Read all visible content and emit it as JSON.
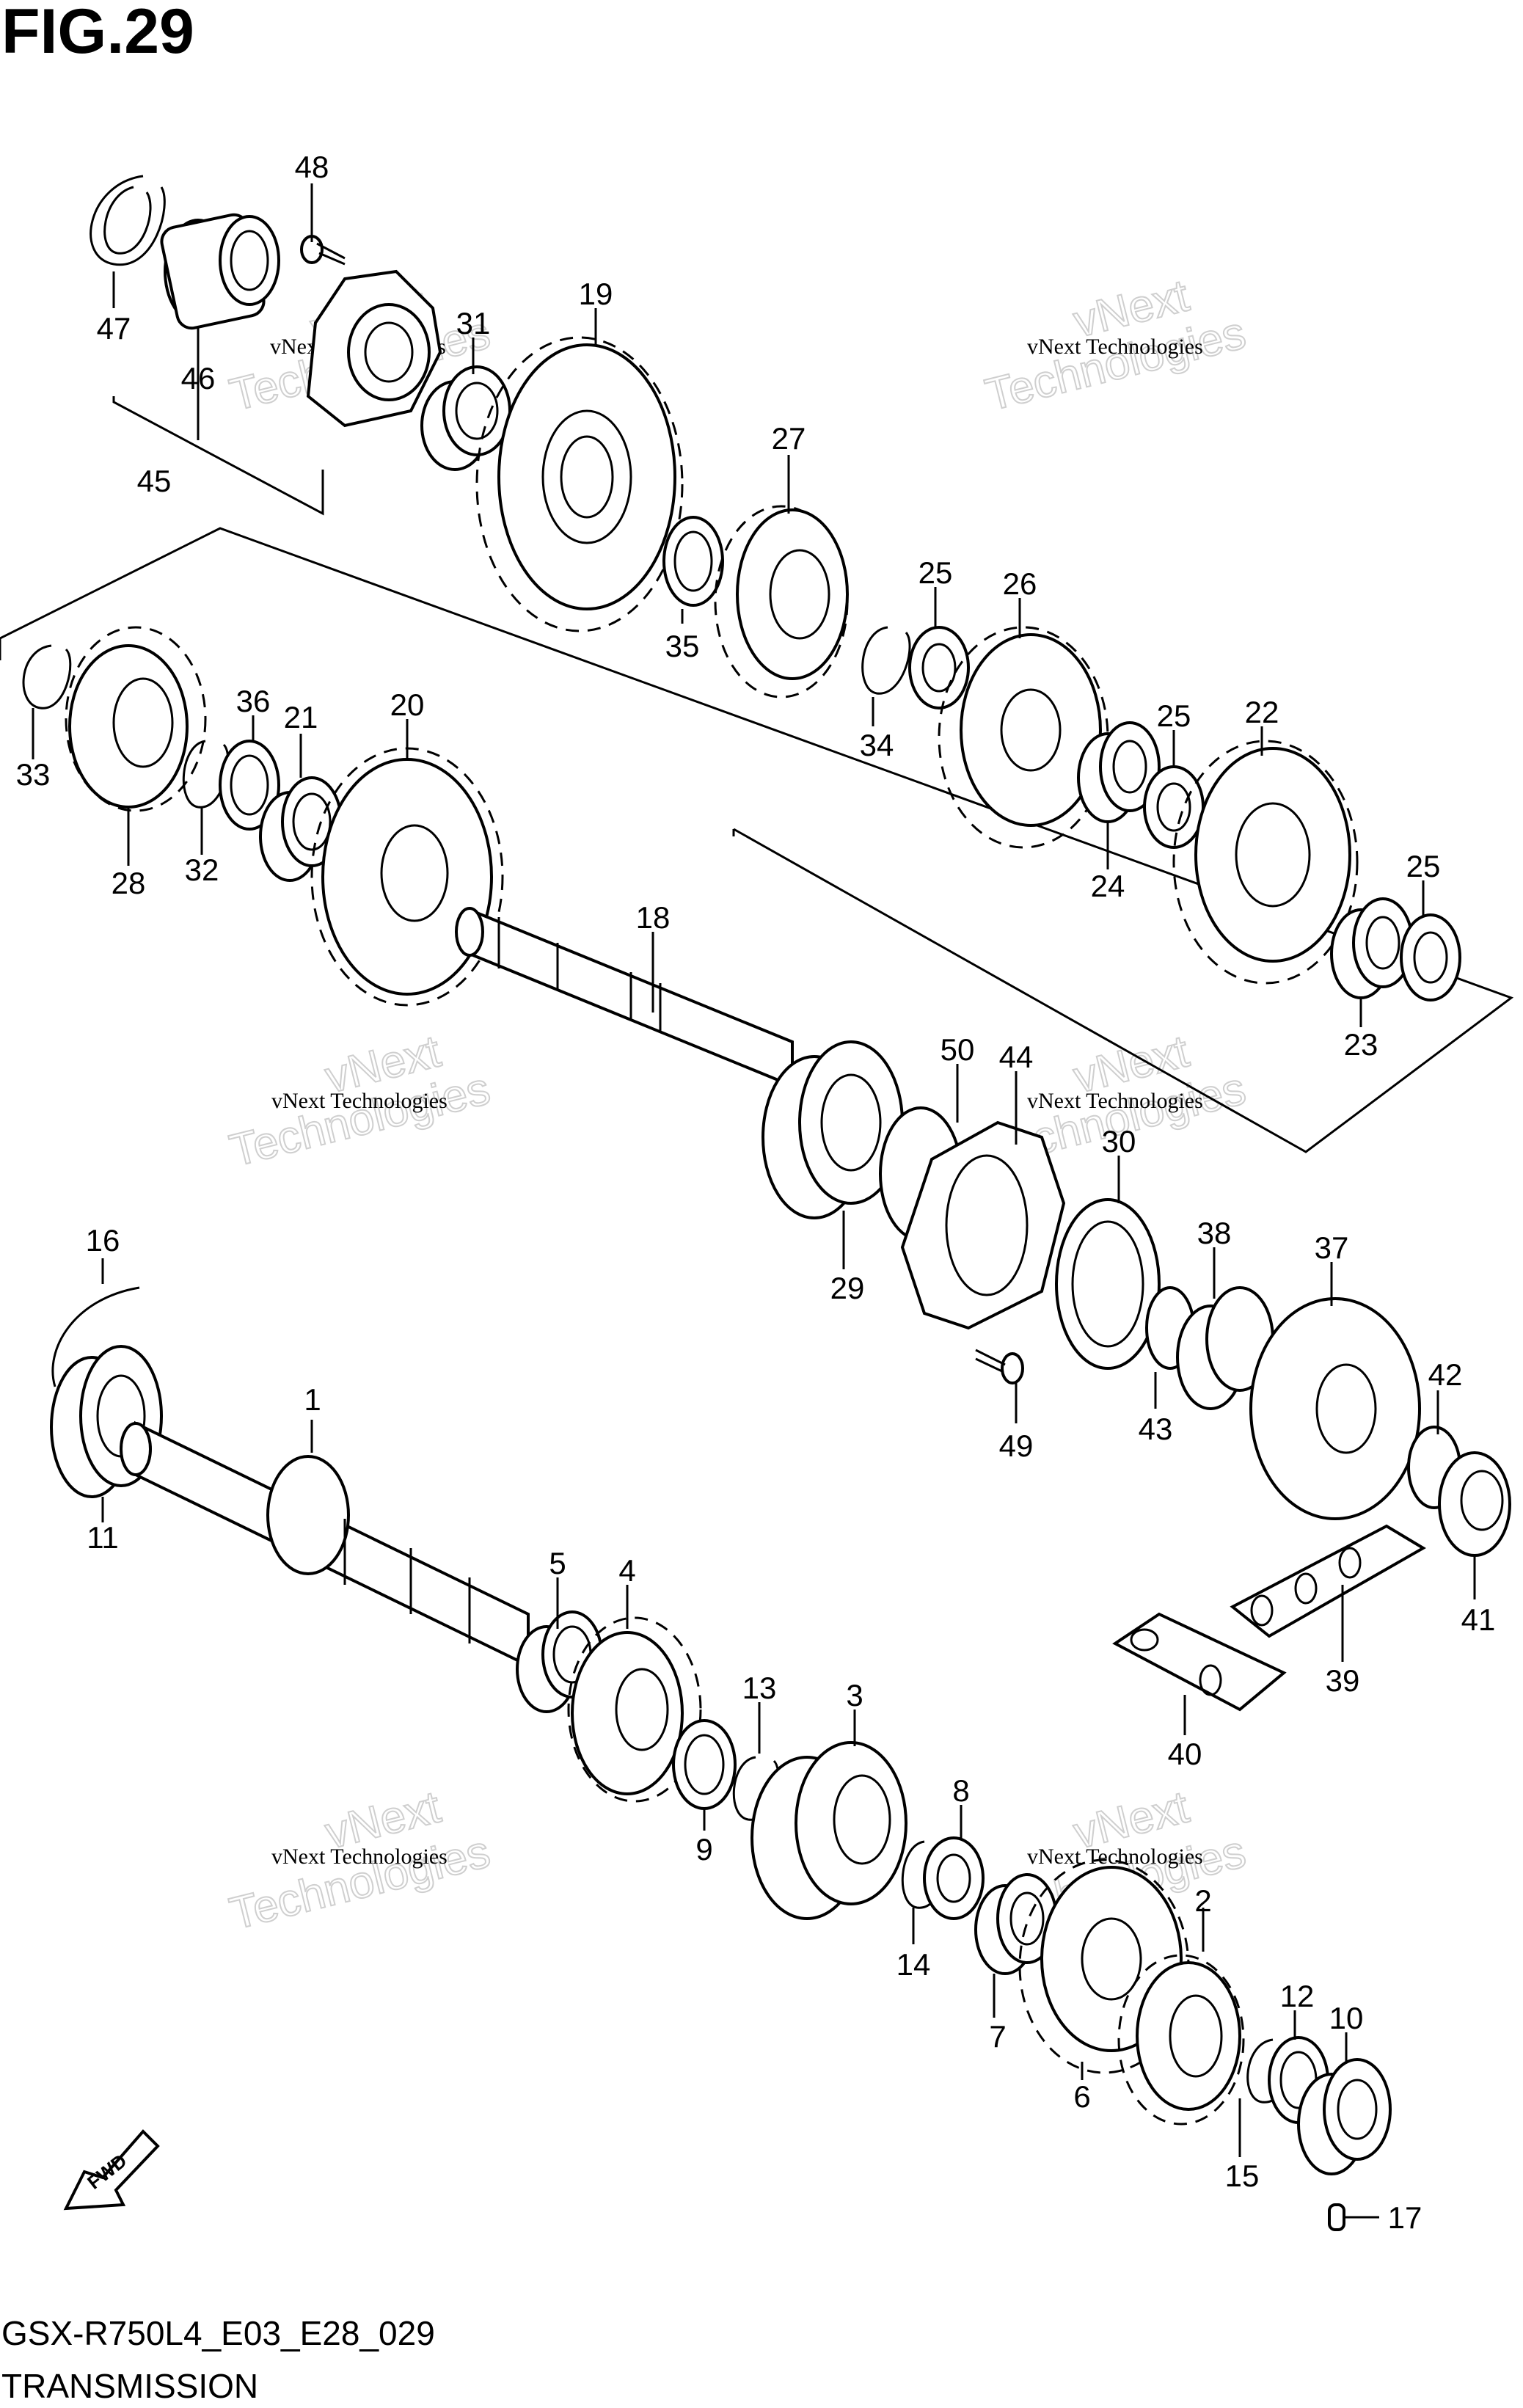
{
  "figure": {
    "title": "FIG.29",
    "model_code": "GSX-R750L4_E03_E28_029",
    "caption": "TRANSMISSION",
    "fwd_label": "FWD"
  },
  "watermark": {
    "line1": "vNext Technologies",
    "line2": "vNext",
    "line3": "Technologies"
  },
  "callouts": [
    "1",
    "2",
    "3",
    "4",
    "5",
    "6",
    "7",
    "8",
    "9",
    "10",
    "11",
    "12",
    "13",
    "14",
    "15",
    "16",
    "17",
    "18",
    "19",
    "20",
    "21",
    "22",
    "23",
    "24",
    "25",
    "25",
    "25",
    "26",
    "27",
    "28",
    "29",
    "30",
    "31",
    "32",
    "33",
    "34",
    "35",
    "36",
    "37",
    "38",
    "39",
    "40",
    "41",
    "42",
    "43",
    "44",
    "45",
    "46",
    "47",
    "48",
    "49",
    "50"
  ]
}
